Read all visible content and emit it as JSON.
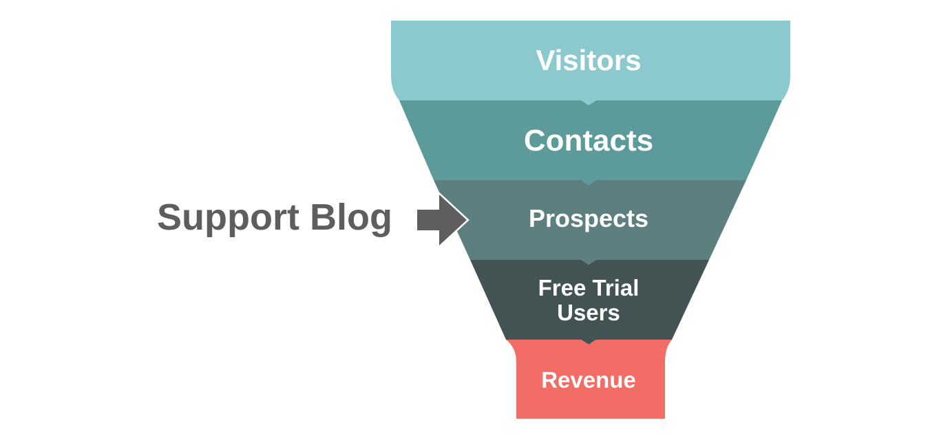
{
  "funnel": {
    "stages": [
      {
        "lines": [
          "Visitors"
        ],
        "color": "#8bc9ce"
      },
      {
        "lines": [
          "Contacts"
        ],
        "color": "#5d9a9a"
      },
      {
        "lines": [
          "Prospects"
        ],
        "color": "#5d7f7f"
      },
      {
        "lines": [
          "Free Trial",
          "Users"
        ],
        "color": "#435252"
      },
      {
        "lines": [
          "Revenue"
        ],
        "color": "#f16d65"
      }
    ]
  },
  "callout": {
    "label": "Support Blog",
    "color": "#5e5e5e",
    "target_stage": "Prospects"
  }
}
